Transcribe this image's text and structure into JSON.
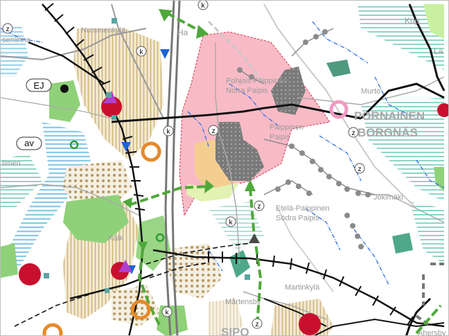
{
  "map": {
    "labels": {
      "kup": "Kup",
      "la": "La",
      "senlinna": "senlinna",
      "nummenkyla": "Nummenkylä",
      "ha": "Ha",
      "ej": "EJ",
      "av": "av",
      "timen": "timen",
      "pohjois_paippinen": "Pohjois-Paippinen",
      "norra_paipis": "Norra Paipis",
      "murto": "Murto",
      "pornainen": "PORNAINEN",
      "borgnas": "BORGNÄS",
      "paippinen": "Paippinen",
      "paipis": "Paipis",
      "jokimaki": "Jokimäki",
      "etela_paippinen": "Etelä-Paippinen",
      "sodra_paipis": "Södra Paipis",
      "kalk": "Kälk",
      "martinkyla": "Martinkylä",
      "martensby": "Mårtensby",
      "sipoo": "SIPO",
      "ahersby": "Ahersby",
      "k": "k",
      "z": "z"
    },
    "colors": {
      "residential_hatch": "#d9c28e",
      "green_area": "#8fd178",
      "reserve_pink": "#f8b8c4",
      "water_hatch": "#9cd2ea",
      "forest_hatch": "#9fd9c4",
      "urban_dot": "#b09a6e",
      "rail": "#111111",
      "centre_marker": "#c8102e",
      "arrow_green": "#4fa83a",
      "arrow_blue": "#1a63d6",
      "marker_orange": "#e58a2a",
      "marker_pink": "#e8609a"
    }
  }
}
